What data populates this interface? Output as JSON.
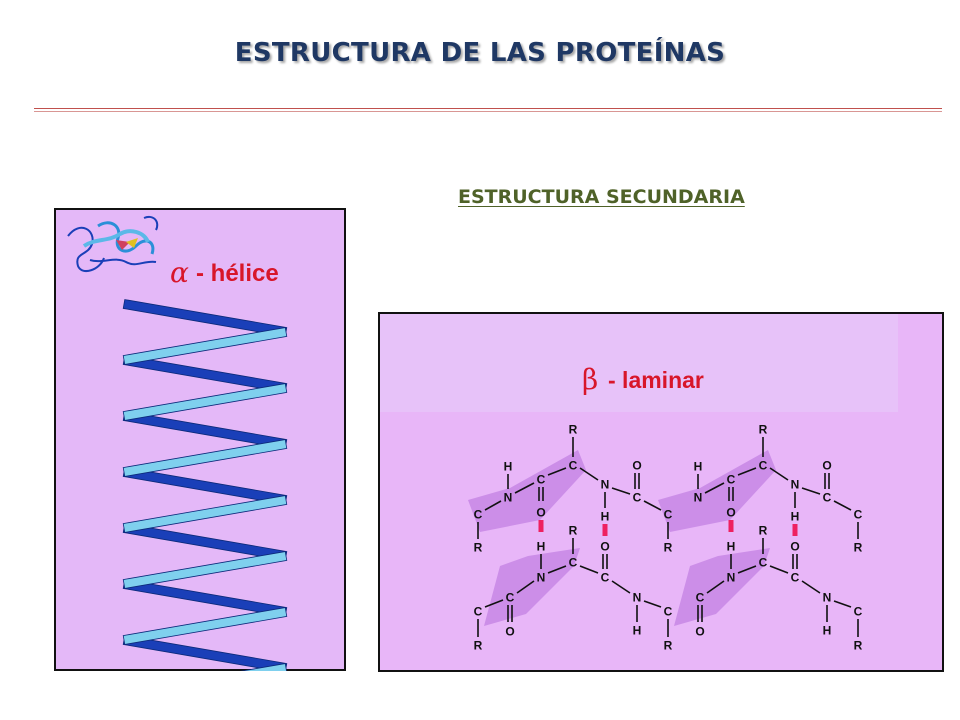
{
  "slide": {
    "title": "ESTRUCTURA DE LAS PROTEÍNAS",
    "subtitle": "ESTRUCTURA SECUNDARIA"
  },
  "alpha_panel": {
    "greek": "α",
    "label": "- hélice",
    "colors": {
      "background": "#e4b8f8",
      "ribbon_front": "#7fd0ee",
      "ribbon_back": "#1a3fb8"
    }
  },
  "beta_panel": {
    "greek": "β",
    "label": "- laminar",
    "colors": {
      "background": "#e8b6f8",
      "header": "#e7c2f9",
      "band": "#cc8ee8",
      "hbond": "#ee2060"
    },
    "atoms": {
      "R": "R",
      "H": "H",
      "N": "N",
      "C": "C",
      "O": "O"
    }
  },
  "colors": {
    "title": "#1f3864",
    "subtitle": "#4f6228",
    "rule": "#c0504d"
  }
}
